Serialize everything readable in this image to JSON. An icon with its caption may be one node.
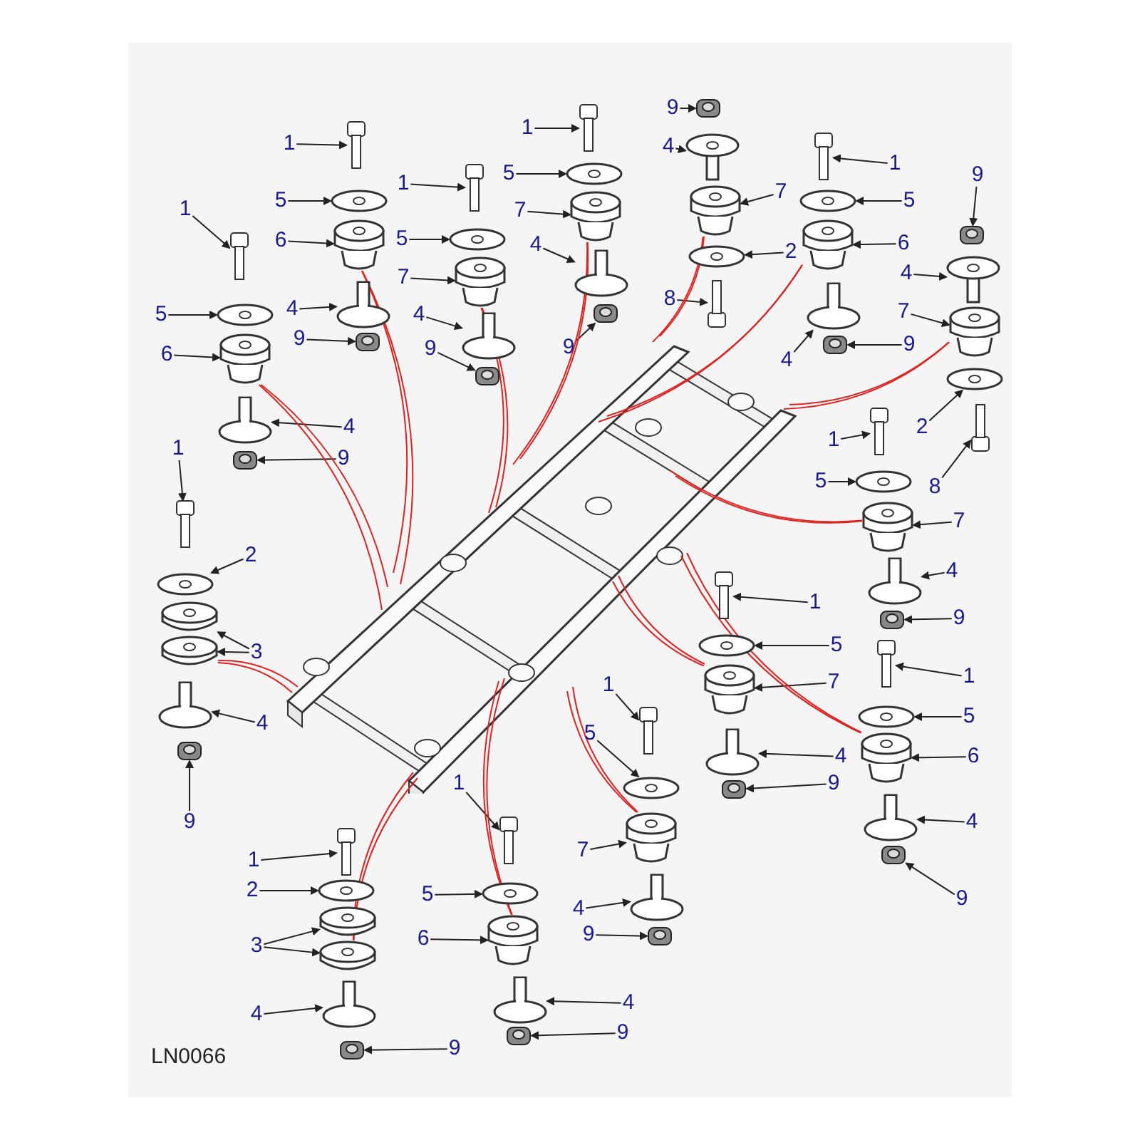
{
  "diagram": {
    "nodes": [
      {
        "text": [],
        "shape": "picture"
      },
      {
        "text": [
          "1"
        ]
      },
      {
        "text": [],
        "shape": "picture"
      },
      {
        "text": [
          "5"
        ]
      },
      {
        "text": [],
        "shape": "picture"
      },
      {
        "text": [
          "6"
        ]
      },
      {
        "text": [],
        "shape": "picture"
      },
      {
        "text": [
          "4"
        ]
      },
      {
        "text": [],
        "shape": "picture"
      },
      {
        "text": [
          "9"
        ]
      },
      {
        "text": [],
        "shape": "picture"
      },
      {
        "text": [
          "1"
        ]
      },
      {
        "text": [],
        "shape": "picture"
      },
      {
        "text": [
          "5"
        ]
      },
      {
        "text": [],
        "shape": "picture"
      },
      {
        "text": [
          "6"
        ]
      },
      {
        "text": [],
        "shape": "picture"
      },
      {
        "text": [
          "4"
        ]
      },
      {
        "text": [],
        "shape": "picture"
      },
      {
        "text": [
          "9"
        ]
      },
      {
        "text": [],
        "shape": "picture"
      },
      {
        "text": [
          "1"
        ]
      },
      {
        "text": [],
        "shape": "picture"
      },
      {
        "text": [
          "5"
        ]
      },
      {
        "text": [],
        "shape": "picture"
      },
      {
        "text": [
          "7"
        ]
      },
      {
        "text": [],
        "shape": "picture"
      },
      {
        "text": [
          "4"
        ]
      },
      {
        "text": [],
        "shape": "picture"
      },
      {
        "text": [
          "9"
        ]
      },
      {
        "text": [],
        "shape": "picture"
      },
      {
        "text": [
          "1"
        ]
      },
      {
        "text": [],
        "shape": "picture"
      },
      {
        "text": [
          "5"
        ]
      },
      {
        "text": [],
        "shape": "picture"
      },
      {
        "text": [
          "7"
        ]
      },
      {
        "text": [],
        "shape": "picture"
      },
      {
        "text": [
          "4"
        ]
      },
      {
        "text": [],
        "shape": "picture"
      },
      {
        "text": [
          "9"
        ]
      },
      {
        "text": [],
        "shape": "picture"
      },
      {
        "text": [
          "9"
        ]
      },
      {
        "text": [],
        "shape": "picture"
      },
      {
        "text": [
          "4"
        ]
      },
      {
        "text": [],
        "shape": "picture"
      },
      {
        "text": [
          "7"
        ]
      },
      {
        "text": [],
        "shape": "picture"
      },
      {
        "text": [
          "2"
        ]
      },
      {
        "text": [],
        "shape": "picture"
      },
      {
        "text": [
          "8"
        ]
      },
      {
        "text": [],
        "shape": "picture"
      },
      {
        "text": [
          "1"
        ]
      },
      {
        "text": [],
        "shape": "picture"
      },
      {
        "text": [
          "5"
        ]
      },
      {
        "text": [],
        "shape": "picture"
      },
      {
        "text": [
          "6"
        ]
      },
      {
        "text": [],
        "shape": "picture"
      },
      {
        "text": [
          "4"
        ]
      },
      {
        "text": [],
        "shape": "picture"
      },
      {
        "text": [
          "9"
        ]
      },
      {
        "text": [],
        "shape": "picture"
      },
      {
        "text": [
          "9"
        ]
      },
      {
        "text": [],
        "shape": "picture"
      },
      {
        "text": [
          "4"
        ]
      },
      {
        "text": [],
        "shape": "picture"
      },
      {
        "text": [
          "7"
        ]
      },
      {
        "text": [],
        "shape": "picture"
      },
      {
        "text": [
          "2"
        ]
      },
      {
        "text": [],
        "shape": "picture"
      },
      {
        "text": [
          "8"
        ]
      },
      {
        "text": [],
        "shape": "picture"
      },
      {
        "text": [
          "1"
        ]
      },
      {
        "text": [],
        "shape": "picture"
      },
      {
        "text": [
          "5"
        ]
      },
      {
        "text": [],
        "shape": "picture"
      },
      {
        "text": [
          "7"
        ]
      },
      {
        "text": [],
        "shape": "picture"
      },
      {
        "text": [
          "4"
        ]
      },
      {
        "text": [],
        "shape": "picture"
      },
      {
        "text": [
          "9"
        ]
      },
      {
        "text": [],
        "shape": "picture"
      },
      {
        "text": [
          "1"
        ]
      },
      {
        "text": [],
        "shape": "picture"
      },
      {
        "text": [
          "2"
        ]
      },
      {
        "text": [],
        "shape": "picture"
      },
      {
        "text": [
          "3"
        ]
      },
      {
        "text": [],
        "shape": "picture"
      },
      {
        "text": [],
        "shape": "picture"
      },
      {
        "text": [
          "4"
        ]
      },
      {
        "text": [],
        "shape": "picture"
      },
      {
        "text": [
          "9"
        ]
      },
      {
        "text": [],
        "shape": "picture"
      },
      {
        "text": [
          "1"
        ]
      },
      {
        "text": [],
        "shape": "picture"
      },
      {
        "text": [
          "5"
        ]
      },
      {
        "text": [],
        "shape": "picture"
      },
      {
        "text": [
          "7"
        ]
      },
      {
        "text": [],
        "shape": "picture"
      },
      {
        "text": [
          "4"
        ]
      },
      {
        "text": [],
        "shape": "picture"
      },
      {
        "text": [
          "9"
        ]
      },
      {
        "text": [],
        "shape": "picture"
      },
      {
        "text": [
          "1"
        ]
      },
      {
        "text": [],
        "shape": "picture"
      },
      {
        "text": [
          "5"
        ]
      },
      {
        "text": [],
        "shape": "picture"
      },
      {
        "text": [
          "6"
        ]
      },
      {
        "text": [],
        "shape": "picture"
      },
      {
        "text": [
          "4"
        ]
      },
      {
        "text": [],
        "shape": "picture"
      },
      {
        "text": [
          "9"
        ]
      },
      {
        "text": [],
        "shape": "picture"
      },
      {
        "text": [
          "1"
        ]
      },
      {
        "text": [],
        "shape": "picture"
      },
      {
        "text": [
          "5"
        ]
      },
      {
        "text": [],
        "shape": "picture"
      },
      {
        "text": [
          "7"
        ]
      },
      {
        "text": [],
        "shape": "picture"
      },
      {
        "text": [
          "4"
        ]
      },
      {
        "text": [],
        "shape": "picture"
      },
      {
        "text": [
          "9"
        ]
      },
      {
        "text": [],
        "shape": "picture"
      },
      {
        "text": [
          "1"
        ]
      },
      {
        "text": [],
        "shape": "picture"
      },
      {
        "text": [
          "5"
        ]
      },
      {
        "text": [],
        "shape": "picture"
      },
      {
        "text": [
          "6"
        ]
      },
      {
        "text": [],
        "shape": "picture"
      },
      {
        "text": [
          "4"
        ]
      },
      {
        "text": [],
        "shape": "picture"
      },
      {
        "text": [
          "9"
        ]
      },
      {
        "text": [],
        "shape": "picture"
      },
      {
        "text": [
          "1"
        ]
      },
      {
        "text": [],
        "shape": "picture"
      },
      {
        "text": [
          "2"
        ]
      },
      {
        "text": [],
        "shape": "picture"
      },
      {
        "text": [
          "3"
        ]
      },
      {
        "text": [],
        "shape": "picture"
      },
      {
        "text": [],
        "shape": "picture"
      },
      {
        "text": [
          "4"
        ]
      },
      {
        "text": [],
        "shape": "picture"
      },
      {
        "text": [
          "9"
        ]
      },
      {
        "text": [],
        "shape": "picture"
      }
    ],
    "edges": [
      {
        "from": 1,
        "to": 2,
        "arrow": "to"
      },
      {
        "from": 3,
        "to": 4,
        "arrow": "to"
      },
      {
        "from": 5,
        "to": 6,
        "arrow": "to"
      },
      {
        "from": 7,
        "to": 8,
        "arrow": "to"
      },
      {
        "from": 9,
        "to": 10,
        "arrow": "to"
      },
      {
        "from": 11,
        "to": 12,
        "arrow": "to"
      },
      {
        "from": 13,
        "to": 14,
        "arrow": "to"
      },
      {
        "from": 15,
        "to": 16,
        "arrow": "to"
      },
      {
        "from": 17,
        "to": 18,
        "arrow": "to"
      },
      {
        "from": 19,
        "to": 20,
        "arrow": "to"
      },
      {
        "from": 21,
        "to": 22,
        "arrow": "to"
      },
      {
        "from": 23,
        "to": 24,
        "arrow": "to"
      },
      {
        "from": 25,
        "to": 26,
        "arrow": "to"
      },
      {
        "from": 27,
        "to": 28,
        "arrow": "to"
      },
      {
        "from": 29,
        "to": 30,
        "arrow": "to"
      },
      {
        "from": 31,
        "to": 32,
        "arrow": "to"
      },
      {
        "from": 33,
        "to": 34,
        "arrow": "to"
      },
      {
        "from": 35,
        "to": 36,
        "arrow": "to"
      },
      {
        "from": 37,
        "to": 38,
        "arrow": "to"
      },
      {
        "from": 39,
        "to": 40,
        "arrow": "to"
      },
      {
        "from": 41,
        "to": 42,
        "arrow": "to"
      },
      {
        "from": 43,
        "to": 44,
        "arrow": "to"
      },
      {
        "from": 45,
        "to": 46,
        "arrow": "to"
      },
      {
        "from": 47,
        "to": 48,
        "arrow": "to"
      },
      {
        "from": 49,
        "to": 50,
        "arrow": "to"
      },
      {
        "from": 51,
        "to": 52,
        "arrow": "to"
      },
      {
        "from": 53,
        "to": 54,
        "arrow": "to"
      },
      {
        "from": 55,
        "to": 56,
        "arrow": "to"
      },
      {
        "from": 57,
        "to": 58,
        "arrow": "to"
      },
      {
        "from": 59,
        "to": 60,
        "arrow": "to"
      },
      {
        "from": 61,
        "to": 62,
        "arrow": "to"
      },
      {
        "from": 63,
        "to": 64,
        "arrow": "to"
      },
      {
        "from": 65,
        "to": 66,
        "arrow": "to"
      },
      {
        "from": 67,
        "to": 68,
        "arrow": "to"
      },
      {
        "from": 69,
        "to": 70,
        "arrow": "to"
      },
      {
        "from": 71,
        "to": 72,
        "arrow": "to"
      },
      {
        "from": 73,
        "to": 74,
        "arrow": "to"
      },
      {
        "from": 75,
        "to": 76,
        "arrow": "to"
      },
      {
        "from": 77,
        "to": 78,
        "arrow": "to"
      },
      {
        "from": 79,
        "to": 80,
        "arrow": "to"
      },
      {
        "from": 81,
        "to": 82,
        "arrow": "to"
      },
      {
        "from": 83,
        "to": 84,
        "arrow": "to"
      },
      {
        "from": 85,
        "to": 86,
        "arrow": "to"
      },
      {
        "from": 85,
        "to": 87,
        "arrow": "to"
      },
      {
        "from": 88,
        "to": 89,
        "arrow": "to"
      },
      {
        "from": 90,
        "to": 91,
        "arrow": "to"
      },
      {
        "from": 92,
        "to": 93,
        "arrow": "to"
      },
      {
        "from": 94,
        "to": 95,
        "arrow": "to"
      },
      {
        "from": 96,
        "to": 97,
        "arrow": "to"
      },
      {
        "from": 98,
        "to": 99,
        "arrow": "to"
      },
      {
        "from": 100,
        "to": 101,
        "arrow": "to"
      },
      {
        "from": 102,
        "to": 103,
        "arrow": "to"
      },
      {
        "from": 104,
        "to": 105,
        "arrow": "to"
      },
      {
        "from": 106,
        "to": 107,
        "arrow": "to"
      },
      {
        "from": 108,
        "to": 109,
        "arrow": "to"
      },
      {
        "from": 110,
        "to": 111,
        "arrow": "to"
      },
      {
        "from": 112,
        "to": 113,
        "arrow": "to"
      },
      {
        "from": 114,
        "to": 115,
        "arrow": "to"
      },
      {
        "from": 116,
        "to": 117,
        "arrow": "to"
      },
      {
        "from": 118,
        "to": 119,
        "arrow": "to"
      },
      {
        "from": 120,
        "to": 121,
        "arrow": "to"
      },
      {
        "from": 122,
        "to": 123,
        "arrow": "to"
      },
      {
        "from": 124,
        "to": 125,
        "arrow": "to"
      },
      {
        "from": 126,
        "to": 127,
        "arrow": "to"
      },
      {
        "from": 128,
        "to": 129,
        "arrow": "to"
      },
      {
        "from": 130,
        "to": 131,
        "arrow": "to"
      },
      {
        "from": 132,
        "to": 133,
        "arrow": "to"
      },
      {
        "from": 134,
        "to": 135,
        "arrow": "to"
      },
      {
        "from": 136,
        "to": 137,
        "arrow": "to"
      },
      {
        "from": 136,
        "to": 138,
        "arrow": "to"
      },
      {
        "from": 139,
        "to": 140,
        "arrow": "to"
      },
      {
        "from": 141,
        "to": 142,
        "arrow": "to"
      },
      {
        "from": 6,
        "to": 0,
        "arrow": "none",
        "color": "#dd2222"
      },
      {
        "from": 6,
        "to": 0,
        "arrow": "none",
        "color": "#dd2222"
      },
      {
        "from": 16,
        "to": 0,
        "arrow": "none",
        "color": "#dd2222"
      },
      {
        "from": 16,
        "to": 0,
        "arrow": "none",
        "color": "#dd2222"
      },
      {
        "from": 26,
        "to": 0,
        "arrow": "none",
        "color": "#dd2222"
      },
      {
        "from": 26,
        "to": 0,
        "arrow": "none",
        "color": "#dd2222"
      },
      {
        "from": 36,
        "to": 0,
        "arrow": "none",
        "color": "#dd2222"
      },
      {
        "from": 36,
        "to": 0,
        "arrow": "none",
        "color": "#dd2222"
      },
      {
        "from": 46,
        "to": 0,
        "arrow": "none",
        "color": "#dd2222"
      },
      {
        "from": 46,
        "to": 0,
        "arrow": "none",
        "color": "#dd2222"
      },
      {
        "from": 56,
        "to": 0,
        "arrow": "none",
        "color": "#dd2222"
      },
      {
        "from": 56,
        "to": 0,
        "arrow": "none",
        "color": "#dd2222"
      },
      {
        "from": 66,
        "to": 0,
        "arrow": "none",
        "color": "#dd2222"
      },
      {
        "from": 66,
        "to": 0,
        "arrow": "none",
        "color": "#dd2222"
      },
      {
        "from": 76,
        "to": 0,
        "arrow": "none",
        "color": "#dd2222"
      },
      {
        "from": 76,
        "to": 0,
        "arrow": "none",
        "color": "#dd2222"
      },
      {
        "from": 87,
        "to": 0,
        "arrow": "none",
        "color": "#dd2222"
      },
      {
        "from": 87,
        "to": 0,
        "arrow": "none",
        "color": "#dd2222"
      },
      {
        "from": 97,
        "to": 0,
        "arrow": "none",
        "color": "#dd2222"
      },
      {
        "from": 97,
        "to": 0,
        "arrow": "none",
        "color": "#dd2222"
      },
      {
        "from": 107,
        "to": 0,
        "arrow": "none",
        "color": "#dd2222"
      },
      {
        "from": 107,
        "to": 0,
        "arrow": "none",
        "color": "#dd2222"
      },
      {
        "from": 117,
        "to": 0,
        "arrow": "none",
        "color": "#dd2222"
      },
      {
        "from": 117,
        "to": 0,
        "arrow": "none",
        "color": "#dd2222"
      },
      {
        "from": 127,
        "to": 0,
        "arrow": "none",
        "color": "#dd2222"
      },
      {
        "from": 127,
        "to": 0,
        "arrow": "none",
        "color": "#dd2222"
      },
      {
        "from": 138,
        "to": 0,
        "arrow": "none",
        "color": "#dd2222"
      },
      {
        "from": 138,
        "to": 0,
        "arrow": "none",
        "color": "#dd2222"
      }
    ],
    "labels": [
      "LN0066"
    ]
  }
}
